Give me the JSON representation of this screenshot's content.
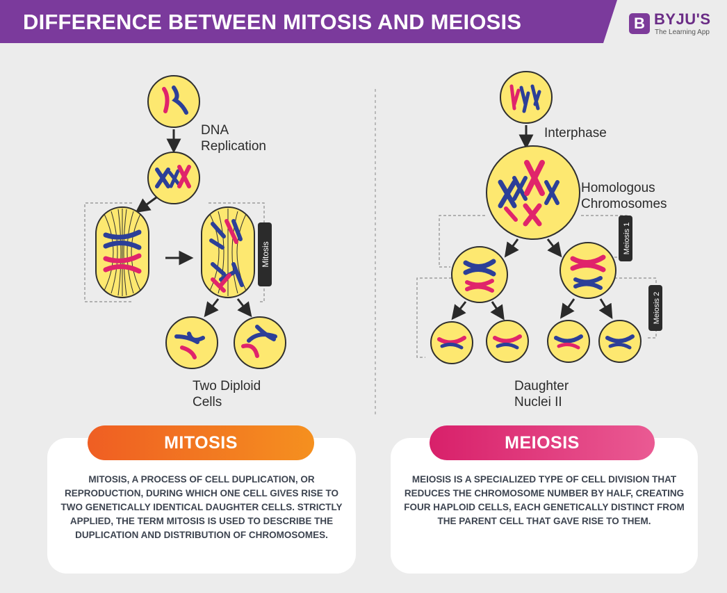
{
  "header": {
    "title": "DIFFERENCE BETWEEN MITOSIS AND MEIOSIS",
    "logo_mark": "B",
    "logo_name": "BYJU'S",
    "logo_tagline": "The Learning App"
  },
  "mitosis_diagram": {
    "step1_label": "DNA\nReplication",
    "bracket_label": "Mitosis",
    "result_label": "Two Diploid\nCells"
  },
  "meiosis_diagram": {
    "step1_label": "Interphase",
    "step2_label": "Homologous\nChromosomes",
    "bracket1_label": "Meiosis 1",
    "bracket2_label": "Meiosis 2",
    "result_label": "Daughter\nNuclei II"
  },
  "mitosis_card": {
    "heading": "MITOSIS",
    "text": "MITOSIS, A PROCESS OF CELL DUPLICATION, OR REPRODUCTION, DURING WHICH ONE CELL GIVES RISE TO TWO GENETICALLY IDENTICAL DAUGHTER CELLS. STRICTLY APPLIED, THE TERM MITOSIS IS USED TO DESCRIBE THE DUPLICATION AND DISTRIBUTION OF CHROMOSOMES."
  },
  "meiosis_card": {
    "heading": "MEIOSIS",
    "text": "MEIOSIS IS A SPECIALIZED TYPE OF CELL DIVISION THAT REDUCES THE CHROMOSOME NUMBER BY HALF, CREATING FOUR HAPLOID CELLS, EACH GENETICALLY DISTINCT FROM THE PARENT CELL THAT GAVE RISE TO THEM."
  },
  "colors": {
    "header_purple": "#7b3a9c",
    "cell_fill": "#fde870",
    "cell_stroke": "#2f2f2f",
    "chromosome_pink": "#e0246b",
    "chromosome_blue": "#2c3f98",
    "mitosis_orange": "#f07a1e",
    "meiosis_pink": "#e0417e"
  }
}
